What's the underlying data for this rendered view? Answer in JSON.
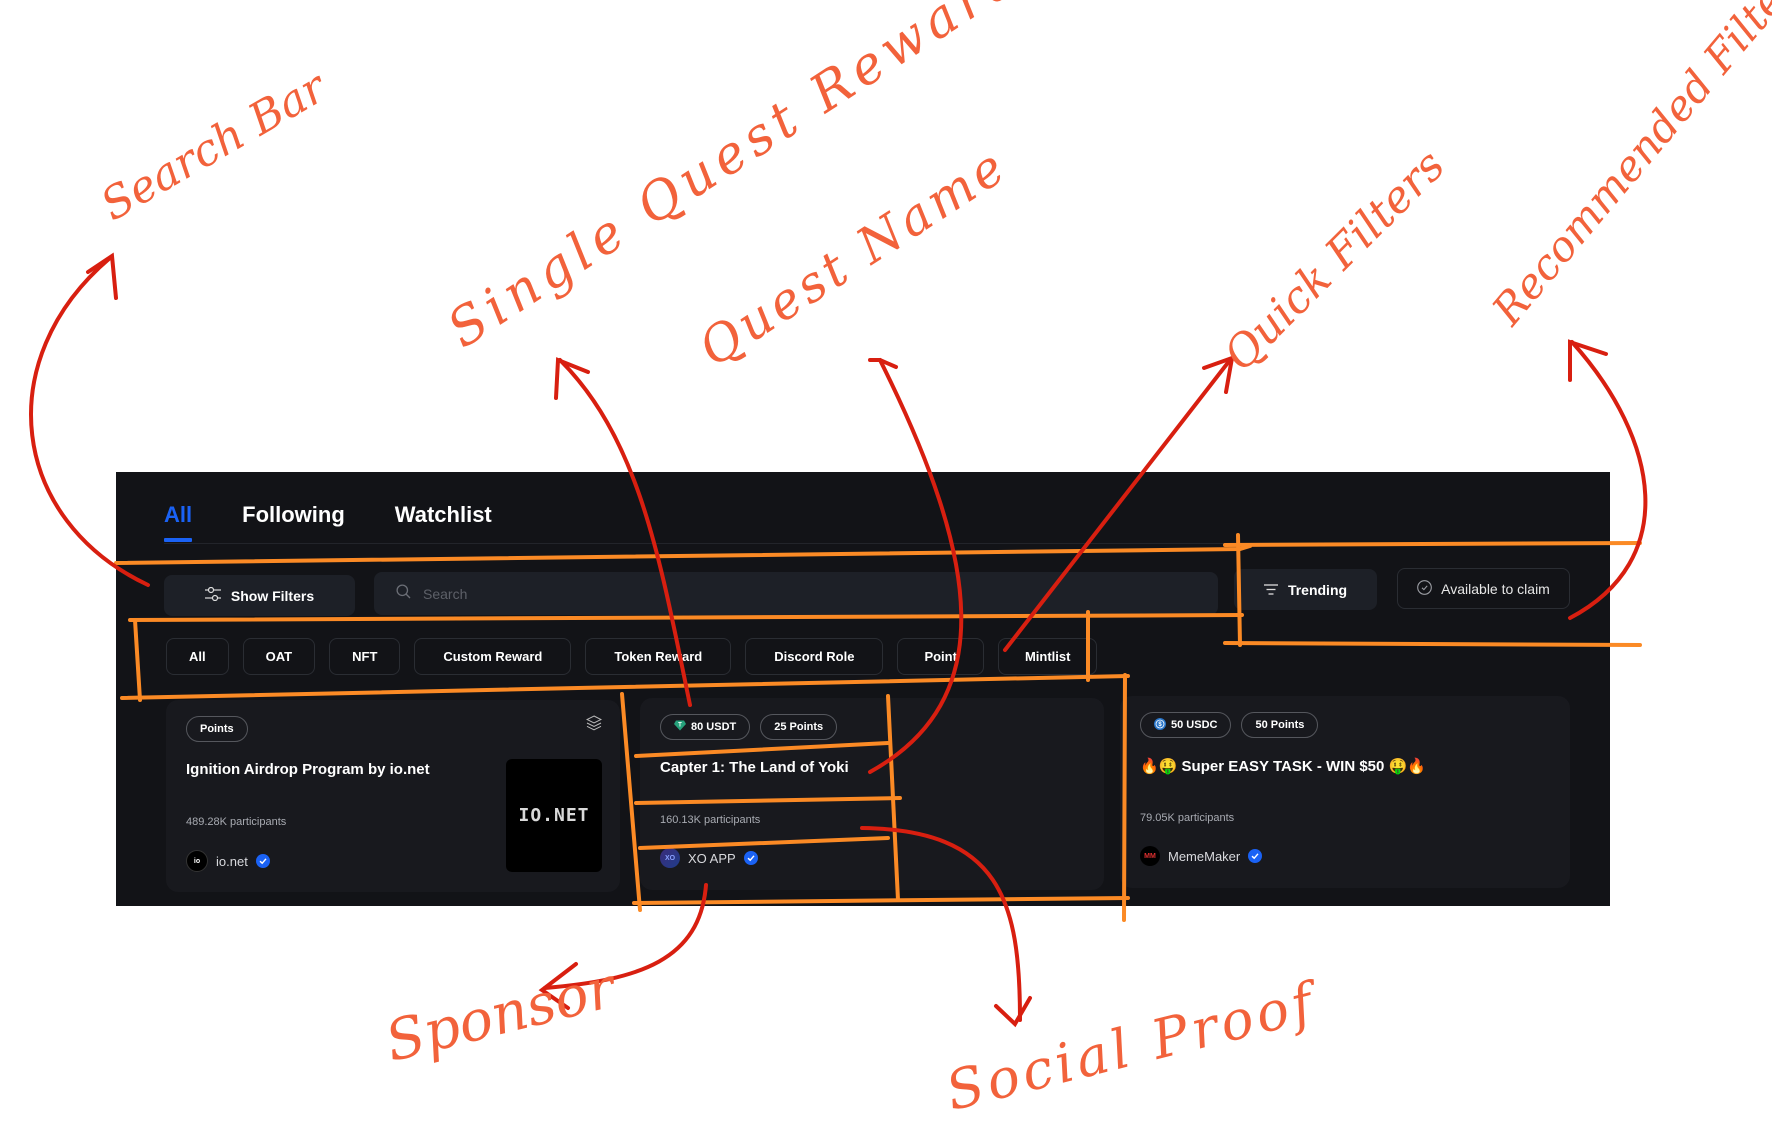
{
  "tabs": [
    {
      "label": "All",
      "active": true
    },
    {
      "label": "Following",
      "active": false
    },
    {
      "label": "Watchlist",
      "active": false
    }
  ],
  "toolbar": {
    "show_filters_label": "Show Filters",
    "search_placeholder": "Search",
    "sort_label": "Trending",
    "available_label": "Available to claim"
  },
  "quick_filters": [
    "All",
    "OAT",
    "NFT",
    "Custom Reward",
    "Token Reward",
    "Discord Role",
    "Point",
    "Mintlist"
  ],
  "quests": [
    {
      "rewards": [
        {
          "label": "Points",
          "icon": null
        }
      ],
      "title": "Ignition Airdrop Program by io.net",
      "participants": "489.28K participants",
      "sponsor": "io.net",
      "sponsor_logo_text": "io",
      "verified": true,
      "cover_text": "IO.NET",
      "has_layers_icon": true
    },
    {
      "rewards": [
        {
          "label": "80 USDT",
          "icon": "usdt-icon"
        },
        {
          "label": "25 Points",
          "icon": null
        }
      ],
      "title": "Capter 1: The Land of Yoki",
      "participants": "160.13K participants",
      "sponsor": "XO APP",
      "sponsor_logo_text": "XO",
      "verified": true
    },
    {
      "rewards": [
        {
          "label": "50 USDC",
          "icon": "usdc-icon"
        },
        {
          "label": "50 Points",
          "icon": null
        }
      ],
      "title": "🔥🤑 Super EASY TASK - WIN $50 🤑🔥",
      "participants": "79.05K participants",
      "sponsor": "MemeMaker",
      "sponsor_logo_text": "MM",
      "verified": true
    }
  ],
  "annotations": {
    "search_bar": "Search Bar",
    "single_quest_reward": "Single Quest Reward",
    "quest_name": "Quest Name",
    "quick_filters": "Quick Filters",
    "recommended_filters": "Recommended Filters",
    "sponsor": "Sponsor",
    "social_proof": "Social Proof"
  },
  "colors": {
    "accent": "#1a62f5",
    "panel_bg": "#121317",
    "card_bg": "#18191e",
    "annotation_text": "#f2623b",
    "annotation_arrow": "#d81f10",
    "annotation_box": "#fb8a25"
  }
}
